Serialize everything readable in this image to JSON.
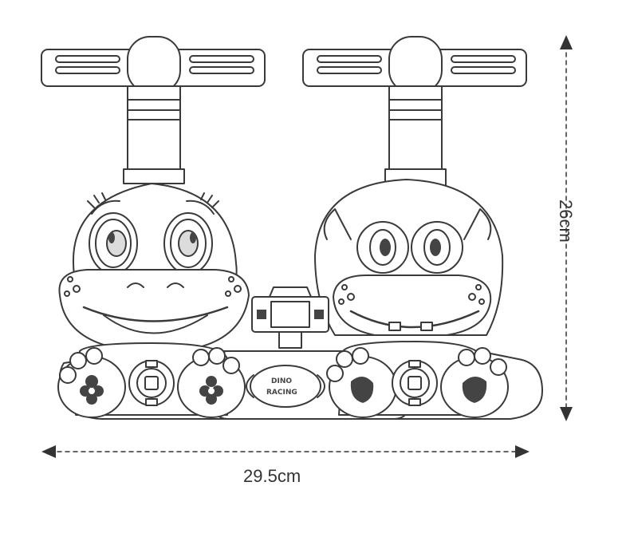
{
  "dimensions": {
    "width": "29.5cm",
    "height": "26cm"
  },
  "product": {
    "logo_line1": "DINO",
    "logo_line2": "RACING"
  },
  "colors": {
    "line": "#3a3a3a",
    "dimension_line": "#333333",
    "fill": "#ffffff",
    "spot": "#dcdcdc",
    "dark": "#444444"
  }
}
